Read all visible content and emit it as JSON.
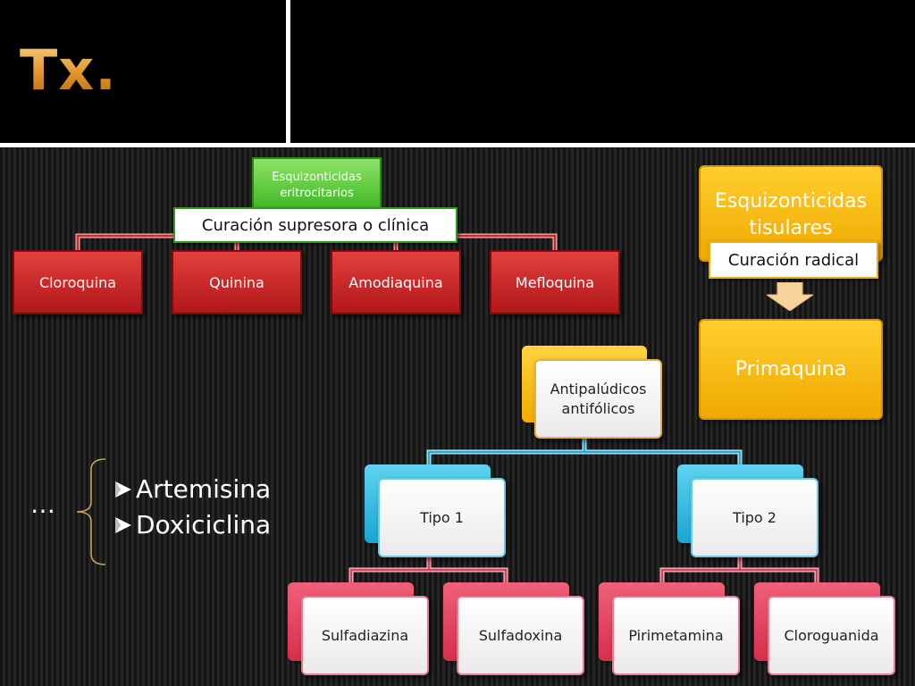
{
  "slide": {
    "title": "Tx."
  },
  "diagram": {
    "left_group": {
      "header": "Esquizonticidas eritrocitarios",
      "label": "Curación supresora o clínica",
      "drugs": [
        "Cloroquina",
        "Quinina",
        "Amodiaquina",
        "Mefloquina"
      ]
    },
    "right_group": {
      "header": "Esquizonticidas tisulares",
      "label": "Curación radical",
      "drug": "Primaquina"
    },
    "antifolic_group": {
      "root": "Antipalúdicos antifólicos",
      "types": [
        {
          "label": "Tipo 1",
          "drugs": [
            "Sulfadiazina",
            "Sulfadoxina"
          ]
        },
        {
          "label": "Tipo 2",
          "drugs": [
            "Pirimetamina",
            "Cloroguanida"
          ]
        }
      ]
    },
    "others": {
      "ellipsis": "…",
      "items": [
        "Artemisina",
        "Doxiciclina"
      ]
    }
  },
  "colors": {
    "green": "#39b51e",
    "red": "#b1171a",
    "orange": "#f0a800",
    "blue": "#1aa4d3",
    "pink": "#d62e4b",
    "title_gold": "#e0942a"
  }
}
